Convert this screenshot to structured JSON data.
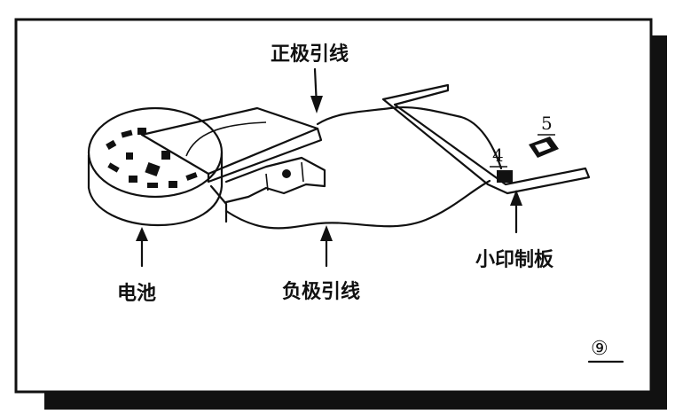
{
  "labels": {
    "positive_lead": "正极引线",
    "negative_lead": "负极引线",
    "battery": "电池",
    "small_pcb": "小印制板",
    "pad_4": "4",
    "pad_5": "5",
    "figure_number": "⑨"
  }
}
